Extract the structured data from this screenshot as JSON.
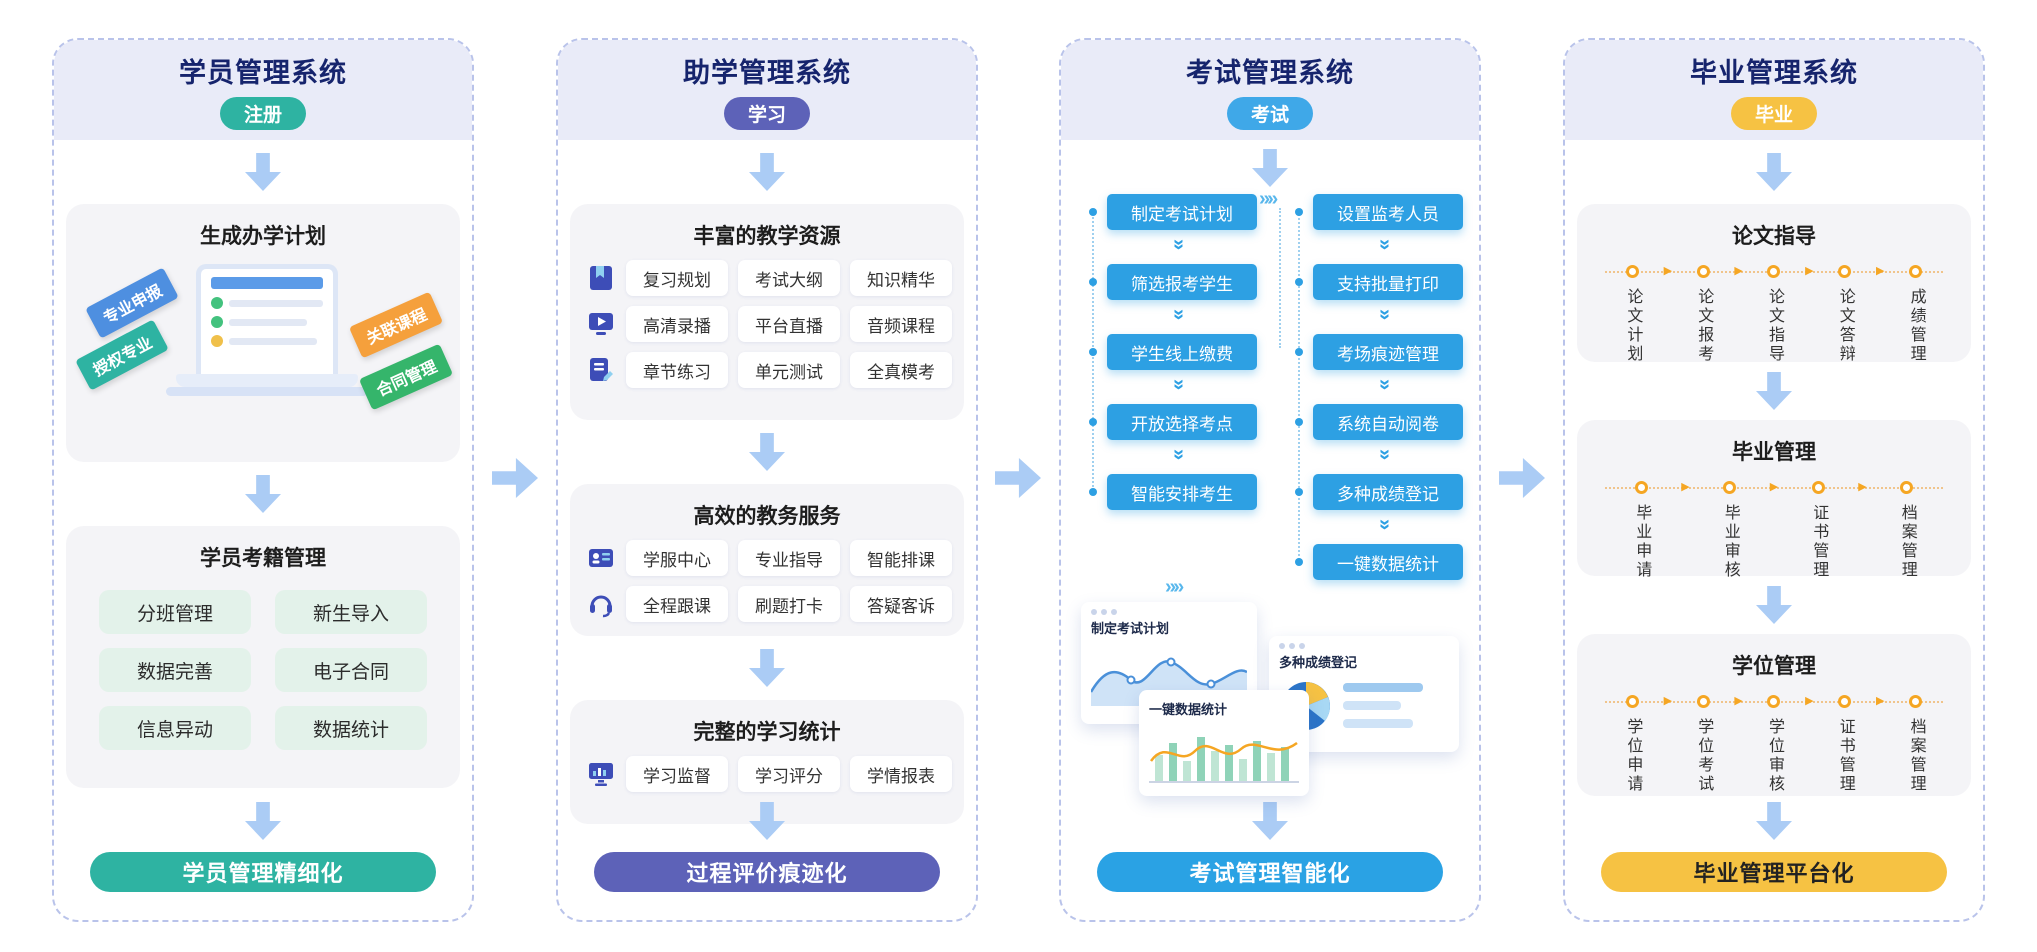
{
  "col1": {
    "title": "学员管理系统",
    "badge": "注册",
    "card1": {
      "title": "生成办学计划",
      "tag1": "专业申报",
      "tag2": "授权专业",
      "tag3": "关联课程",
      "tag4": "合同管理"
    },
    "card2": {
      "title": "学员考籍管理",
      "items": [
        "分班管理",
        "新生导入",
        "数据完善",
        "电子合同",
        "信息异动",
        "数据统计"
      ]
    },
    "footer": "学员管理精细化"
  },
  "col2": {
    "title": "助学管理系统",
    "badge": "学习",
    "card1": {
      "title": "丰富的教学资源",
      "row1": [
        "复习规划",
        "考试大纲",
        "知识精华"
      ],
      "row2": [
        "高清录播",
        "平台直播",
        "音频课程"
      ],
      "row3": [
        "章节练习",
        "单元测试",
        "全真模考"
      ]
    },
    "card2": {
      "title": "高效的教务服务",
      "row1": [
        "学服中心",
        "专业指导",
        "智能排课"
      ],
      "row2": [
        "全程跟课",
        "刷题打卡",
        "答疑客诉"
      ]
    },
    "card3": {
      "title": "完整的学习统计",
      "row1": [
        "学习监督",
        "学习评分",
        "学情报表"
      ]
    },
    "footer": "过程评价痕迹化"
  },
  "col3": {
    "title": "考试管理系统",
    "badge": "考试",
    "left": [
      "制定考试计划",
      "筛选报考学生",
      "学生线上缴费",
      "开放选择考点",
      "智能安排考生"
    ],
    "right": [
      "设置监考人员",
      "支持批量打印",
      "考场痕迹管理",
      "系统自动阅卷",
      "多种成绩登记",
      "一键数据统计"
    ],
    "charts": {
      "label1": "制定考试计划",
      "label2": "多种成绩登记",
      "label3": "一键数据统计"
    },
    "footer": "考试管理智能化"
  },
  "col4": {
    "title": "毕业管理系统",
    "badge": "毕业",
    "card1": {
      "title": "论文指导",
      "steps": [
        "论文计划",
        "论文报考",
        "论文指导",
        "论文答辩",
        "成绩管理"
      ]
    },
    "card2": {
      "title": "毕业管理",
      "steps": [
        "毕业申请",
        "毕业审核",
        "证书管理",
        "档案管理"
      ]
    },
    "card3": {
      "title": "学位管理",
      "steps": [
        "学位申请",
        "学位考试",
        "学位审核",
        "证书管理",
        "档案管理"
      ]
    },
    "footer": "毕业管理平台化"
  },
  "colors": {
    "accent_teal": "#2eb3a2",
    "accent_purple": "#5d62b8",
    "accent_blue": "#2da0e3",
    "accent_yellow": "#f6c243",
    "title_navy": "#16246d",
    "arrow_blue": "#abccf5",
    "header_bg": "#e9ebf8",
    "card_bg": "#f4f4f7"
  }
}
